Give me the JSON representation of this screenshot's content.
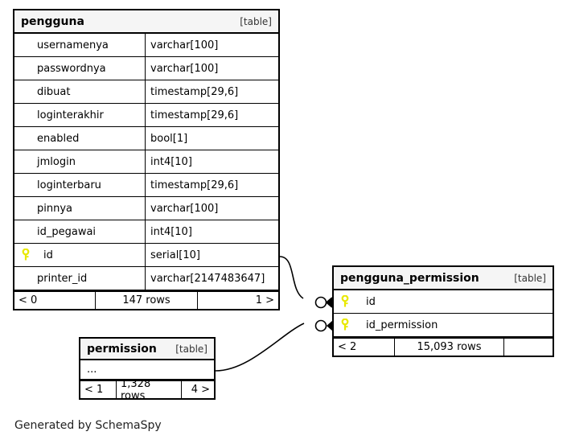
{
  "diagram": {
    "credit": "Generated by SchemaSpy",
    "key_icon_color": "#e8e800",
    "header_bg": "#f5f5f5",
    "border_color": "#000000"
  },
  "tables": [
    {
      "id": "pengguna",
      "name": "pengguna",
      "kind": "[table]",
      "columns": [
        {
          "name": "usernamenya",
          "type": "varchar[100]",
          "primary_key": false
        },
        {
          "name": "passwordnya",
          "type": "varchar[100]",
          "primary_key": false
        },
        {
          "name": "dibuat",
          "type": "timestamp[29,6]",
          "primary_key": false
        },
        {
          "name": "loginterakhir",
          "type": "timestamp[29,6]",
          "primary_key": false
        },
        {
          "name": "enabled",
          "type": "bool[1]",
          "primary_key": false
        },
        {
          "name": "jmlogin",
          "type": "int4[10]",
          "primary_key": false
        },
        {
          "name": "loginterbaru",
          "type": "timestamp[29,6]",
          "primary_key": false
        },
        {
          "name": "pinnya",
          "type": "varchar[100]",
          "primary_key": false
        },
        {
          "name": "id_pegawai",
          "type": "int4[10]",
          "primary_key": false
        },
        {
          "name": "id",
          "type": "serial[10]",
          "primary_key": true
        },
        {
          "name": "printer_id",
          "type": "varchar[2147483647]",
          "primary_key": false
        }
      ],
      "footer": {
        "prev": "< 0",
        "rows": "147 rows",
        "next": "1 >"
      }
    },
    {
      "id": "pengguna_permission",
      "name": "pengguna_permission",
      "kind": "[table]",
      "columns": [
        {
          "name": "id",
          "type": "",
          "primary_key": true
        },
        {
          "name": "id_permission",
          "type": "",
          "primary_key": true
        }
      ],
      "footer": {
        "prev": "< 2",
        "rows": "15,093 rows",
        "next": ""
      }
    },
    {
      "id": "permission",
      "name": "permission",
      "kind": "[table]",
      "columns": [
        {
          "name": "...",
          "type": "",
          "primary_key": false
        }
      ],
      "footer": {
        "prev": "< 1",
        "rows": "1,328 rows",
        "next": "4 >"
      }
    }
  ],
  "relationships": [
    {
      "from": "pengguna",
      "to": "pengguna_permission",
      "from_column": "id",
      "to_column": "id"
    },
    {
      "from": "permission",
      "to": "pengguna_permission",
      "from_column": "...",
      "to_column": "id_permission"
    }
  ]
}
